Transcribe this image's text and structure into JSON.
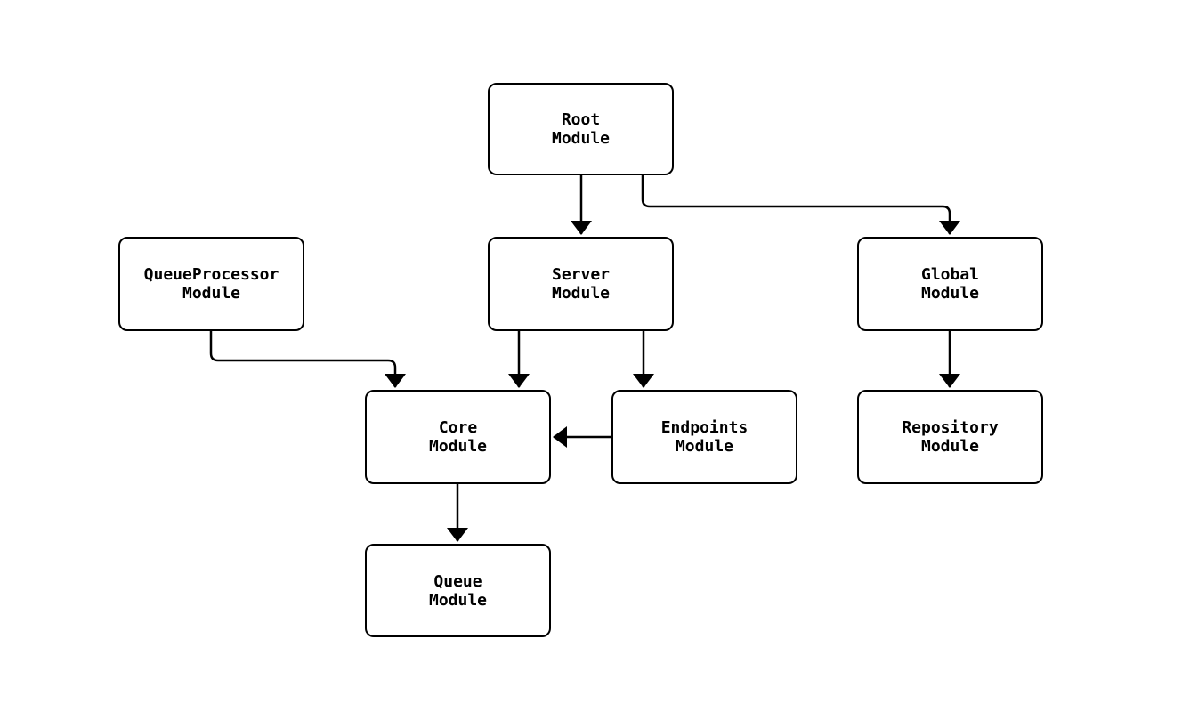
{
  "diagram": {
    "type": "module-dependency-flowchart",
    "background_color": "#ffffff",
    "stroke_color": "#000000",
    "text_color": "#000000"
  },
  "nodes": {
    "root": {
      "label": "Root\nModule"
    },
    "queueprocessor": {
      "label": "QueueProcessor\nModule"
    },
    "server": {
      "label": "Server\nModule"
    },
    "global": {
      "label": "Global\nModule"
    },
    "core": {
      "label": "Core\nModule"
    },
    "endpoints": {
      "label": "Endpoints\nModule"
    },
    "repository": {
      "label": "Repository\nModule"
    },
    "queue": {
      "label": "Queue\nModule"
    }
  },
  "edges": [
    {
      "from": "Root Module",
      "to": "Server Module"
    },
    {
      "from": "Root Module",
      "to": "Global Module"
    },
    {
      "from": "QueueProcessor Module",
      "to": "Core Module"
    },
    {
      "from": "Server Module",
      "to": "Core Module"
    },
    {
      "from": "Server Module",
      "to": "Endpoints Module"
    },
    {
      "from": "Endpoints Module",
      "to": "Core Module"
    },
    {
      "from": "Global Module",
      "to": "Repository Module"
    },
    {
      "from": "Core Module",
      "to": "Queue Module"
    }
  ]
}
